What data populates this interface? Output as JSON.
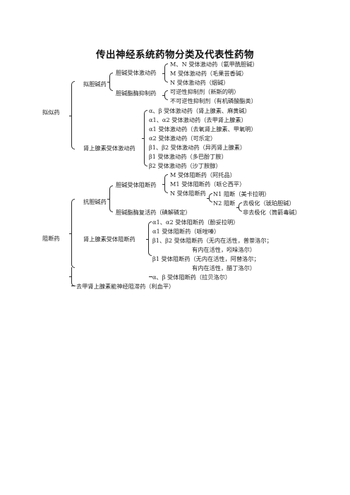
{
  "title": "传出神经系统药物分类及代表性药物",
  "root_agonist": "拟似药",
  "root_antagonist": "阻断药",
  "cholinomimetic": {
    "label": "拟胆碱药",
    "receptor_agonist": {
      "label": "胆碱受体激动药",
      "items": [
        "M、N 受体激动药（氨甲酰胆碱）",
        "M 受体激动药（毛果芸香碱）",
        "N 受体激动药（烟碱）"
      ]
    },
    "ache_inhibitor": {
      "label": "胆碱酯酶抑制药",
      "items": [
        "可逆性抑制剂（新斯的明）",
        "不可逆性抑制剂（有机磷酸酯类）"
      ]
    }
  },
  "adrenergic_agonist": {
    "label": "肾上腺素受体激动药",
    "items": [
      "α、β 受体激动药（肾上腺素、麻黄碱）",
      "α1、α2 受体激动药（去甲肾上腺素）",
      "α1 受体激动药（去氧肾上腺素、甲氧明）",
      "α2 受体激动药（可乐定）",
      "β1、β2 受体激动药（异丙肾上腺素）",
      "β1 受体激动药（多巴酚丁胺）",
      "β2 受体激动药（沙丁胺醇）"
    ]
  },
  "anticholinergic": {
    "label": "抗胆碱药",
    "receptor_blocker": {
      "label": "胆碱受体阻断药",
      "m_blocker": "M 受体阻断药（阿托品）",
      "m1_blocker": "M1 受体阻断药（哌仑西平）",
      "n_blocker": "N 受体阻断药",
      "n1": "N1 阻断（美卡拉明）",
      "n2": "N2 阻断",
      "n2_items": [
        "去极化（琥珀胆碱）",
        "非去极化（筒箭毒碱）"
      ]
    },
    "reactivator": "胆碱酯酶复活药（碘解磷定）"
  },
  "adrenergic_blocker": {
    "label": "肾上腺素受体阻断药",
    "items": [
      "α1、α2 受体阻断药（酚妥拉明）",
      "α1 受体阻断药（哌唑嗪）",
      "β1、β2 受体阻断药（无内在活性，普萘洛尔；",
      "有内在活性，吲哚洛尔）",
      "β1 受体阻断药（无内在活性，阿替洛尔；",
      "有内在活性，醋丁洛尔）",
      "α、β 受体阻断药（拉贝洛尔）"
    ]
  },
  "neuron_blocker": "去甲肾上腺素能神经阻滞药（利血平）"
}
